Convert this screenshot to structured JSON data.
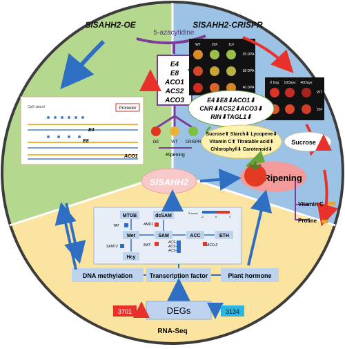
{
  "colors": {
    "green_sector": "#b5d88f",
    "blue_sector": "#9cc3e6",
    "yellow_sector": "#fbe3a0",
    "red_arrow": "#e8312a",
    "blue_arrow": "#2e6fc4",
    "purple": "#7a3b9a",
    "ripening_oval": "#f39a9a",
    "center_oval": "#f7c9c9",
    "box_blue": "#bdd3ee",
    "deg_red": "#e8312a",
    "deg_blue": "#29b6e3"
  },
  "oe_panel": {
    "title": "SlSAHH2-OE",
    "cpg_label": "CpG island",
    "promoter_label": "Promoter",
    "gene_labels": [
      "E4",
      "E8",
      "ACO1"
    ]
  },
  "crispr_panel": {
    "title": "SlSAHH2-CRISPR",
    "fruit_grid": {
      "col_labels": [
        "WT",
        "20#",
        "11#"
      ],
      "row_labels": [
        "35 DPA",
        "38 DPA",
        "40 DPA"
      ]
    },
    "storage_photo": {
      "col_labels": [
        "0 Day",
        "10Days",
        "40Days"
      ],
      "row_labels": [
        "WT",
        "20#"
      ]
    },
    "gene_change_lines": [
      "E4⬇E8⬇ACO1⬇",
      "CNR⬇ACS2⬇ACO3⬇",
      "RIN⬇TAGL1⬇"
    ],
    "quality_lines": [
      "Sucrose⬆ Starch⬇ Lycopene⬇",
      "Vitamin C⬆ Titratable acid⬇",
      "Chlorophyll⬇ Carotenoid⬇"
    ],
    "sucrose_label": "Sucrose",
    "vitamin_c_label": "Vitamin C",
    "proline_label": "Proline"
  },
  "center": {
    "azacytidine_label": "5-azacytidine",
    "genes": [
      "E4",
      "E8",
      "ACO1",
      "ACS2",
      "ACO3"
    ],
    "fruit_labels": [
      "OE",
      "WT",
      "CRISPR"
    ],
    "ripening_small_label": "Ripening",
    "main_label": "SlSAHH2",
    "ripening_label": "Ripening"
  },
  "pathway": {
    "nodes": [
      "MTOB",
      "dcSAM",
      "Met",
      "SAM",
      "ACC",
      "ETH",
      "Hcy"
    ],
    "enzymes": [
      "TAT",
      "AMD1",
      "SAMT2",
      "MAT",
      "ACS-2",
      "ACS-3",
      "ACS-4",
      "ACO-2"
    ],
    "heatmap_ticks": [
      "-2",
      "0",
      "2"
    ],
    "heatmap_legend_label": "Z-score"
  },
  "bottom": {
    "dna_methylation": "DNA methylation",
    "transcription_factor": "Transcription factor",
    "plant_hormone": "Plant hormone",
    "degs_label": "DEGs",
    "up_count": "3701",
    "down_count": "3134",
    "rnaseq_label": "RNA-Seq"
  }
}
